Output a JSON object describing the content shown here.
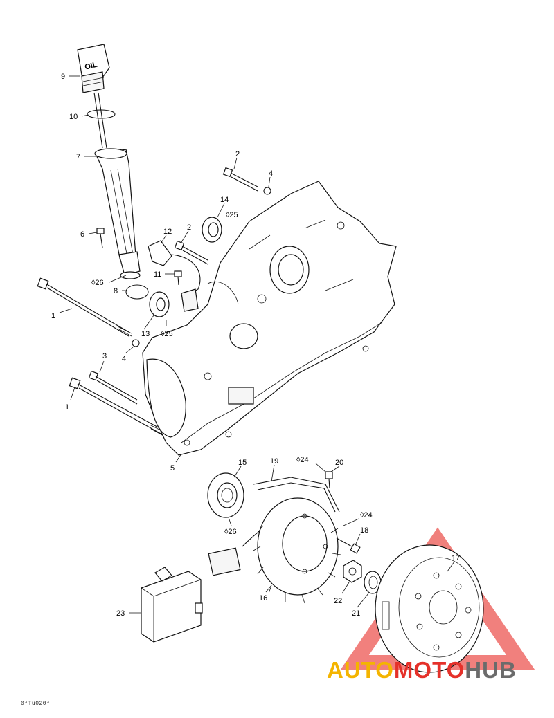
{
  "callouts": [
    {
      "id": "c9",
      "label": "9"
    },
    {
      "id": "c10",
      "label": "10"
    },
    {
      "id": "c7",
      "label": "7"
    },
    {
      "id": "c6",
      "label": "6"
    },
    {
      "id": "c26a",
      "label": "◊26"
    },
    {
      "id": "c8",
      "label": "8"
    },
    {
      "id": "c1a",
      "label": "1"
    },
    {
      "id": "c2a",
      "label": "2"
    },
    {
      "id": "c4a",
      "label": "4"
    },
    {
      "id": "c14",
      "label": "14"
    },
    {
      "id": "c25a",
      "label": "◊25"
    },
    {
      "id": "c12",
      "label": "12"
    },
    {
      "id": "c2b",
      "label": "2"
    },
    {
      "id": "c11",
      "label": "11"
    },
    {
      "id": "c13",
      "label": "13"
    },
    {
      "id": "c25b",
      "label": "◊25"
    },
    {
      "id": "c4b",
      "label": "4"
    },
    {
      "id": "c3",
      "label": "3"
    },
    {
      "id": "c1b",
      "label": "1"
    },
    {
      "id": "c5",
      "label": "5"
    },
    {
      "id": "c15",
      "label": "15"
    },
    {
      "id": "c19",
      "label": "19"
    },
    {
      "id": "c24a",
      "label": "◊24"
    },
    {
      "id": "c20",
      "label": "20"
    },
    {
      "id": "c24b",
      "label": "◊24"
    },
    {
      "id": "c18",
      "label": "18"
    },
    {
      "id": "c26b",
      "label": "◊26"
    },
    {
      "id": "c17",
      "label": "17"
    },
    {
      "id": "c16",
      "label": "16"
    },
    {
      "id": "c22",
      "label": "22"
    },
    {
      "id": "c21",
      "label": "21"
    },
    {
      "id": "c23",
      "label": "23"
    }
  ],
  "cap_text": "OIL",
  "drawing_code": "0⁴Tu020⁴",
  "logo": {
    "part1": "AUTO",
    "part2": "MOTO",
    "part3": "HUB",
    "color_auto": "#f4b400",
    "color_moto": "#e5312a",
    "color_hub": "#6b6b6b"
  }
}
